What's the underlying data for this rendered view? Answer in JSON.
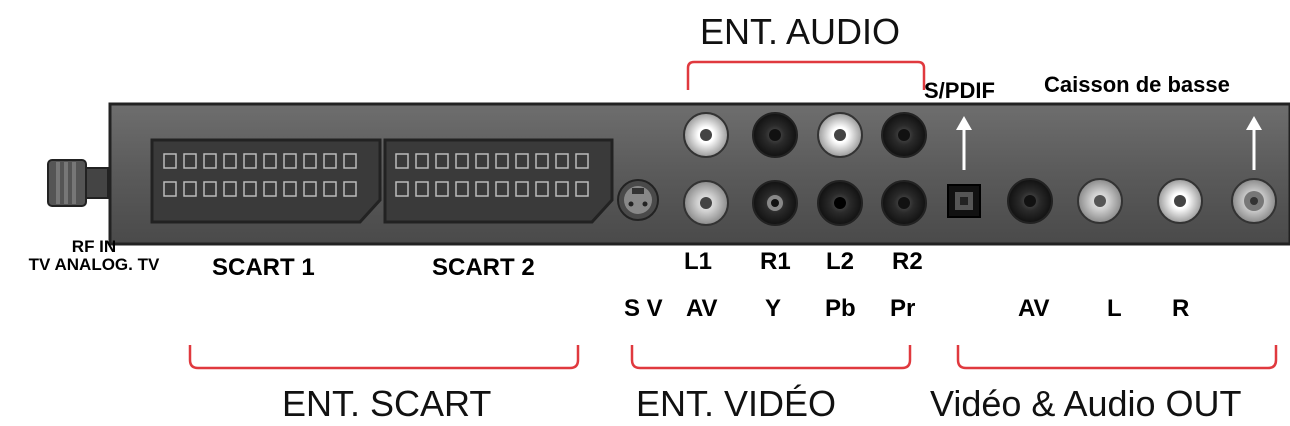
{
  "groups": {
    "audio_in": "ENT. AUDIO",
    "scart_in": "ENT. SCART",
    "video_in": "ENT. VIDÉO",
    "out": "Vidéo & Audio OUT"
  },
  "top_labels": {
    "spdif": "S/PDIF",
    "subwoofer": "Caisson de basse"
  },
  "rf": {
    "line1": "RF IN",
    "line2": "TV ANALOG. TV"
  },
  "scart": {
    "s1": "SCART 1",
    "s2": "SCART 2"
  },
  "audio_ports": [
    "L1",
    "R1",
    "L2",
    "R2"
  ],
  "video_ports": [
    "S V",
    "AV",
    "Y",
    "Pb",
    "Pr"
  ],
  "out_ports": [
    "AV",
    "L",
    "R"
  ],
  "colors": {
    "bracket": "#e0393e",
    "panel": "#5c5c5c",
    "panel_dark": "#2b2b2b"
  }
}
